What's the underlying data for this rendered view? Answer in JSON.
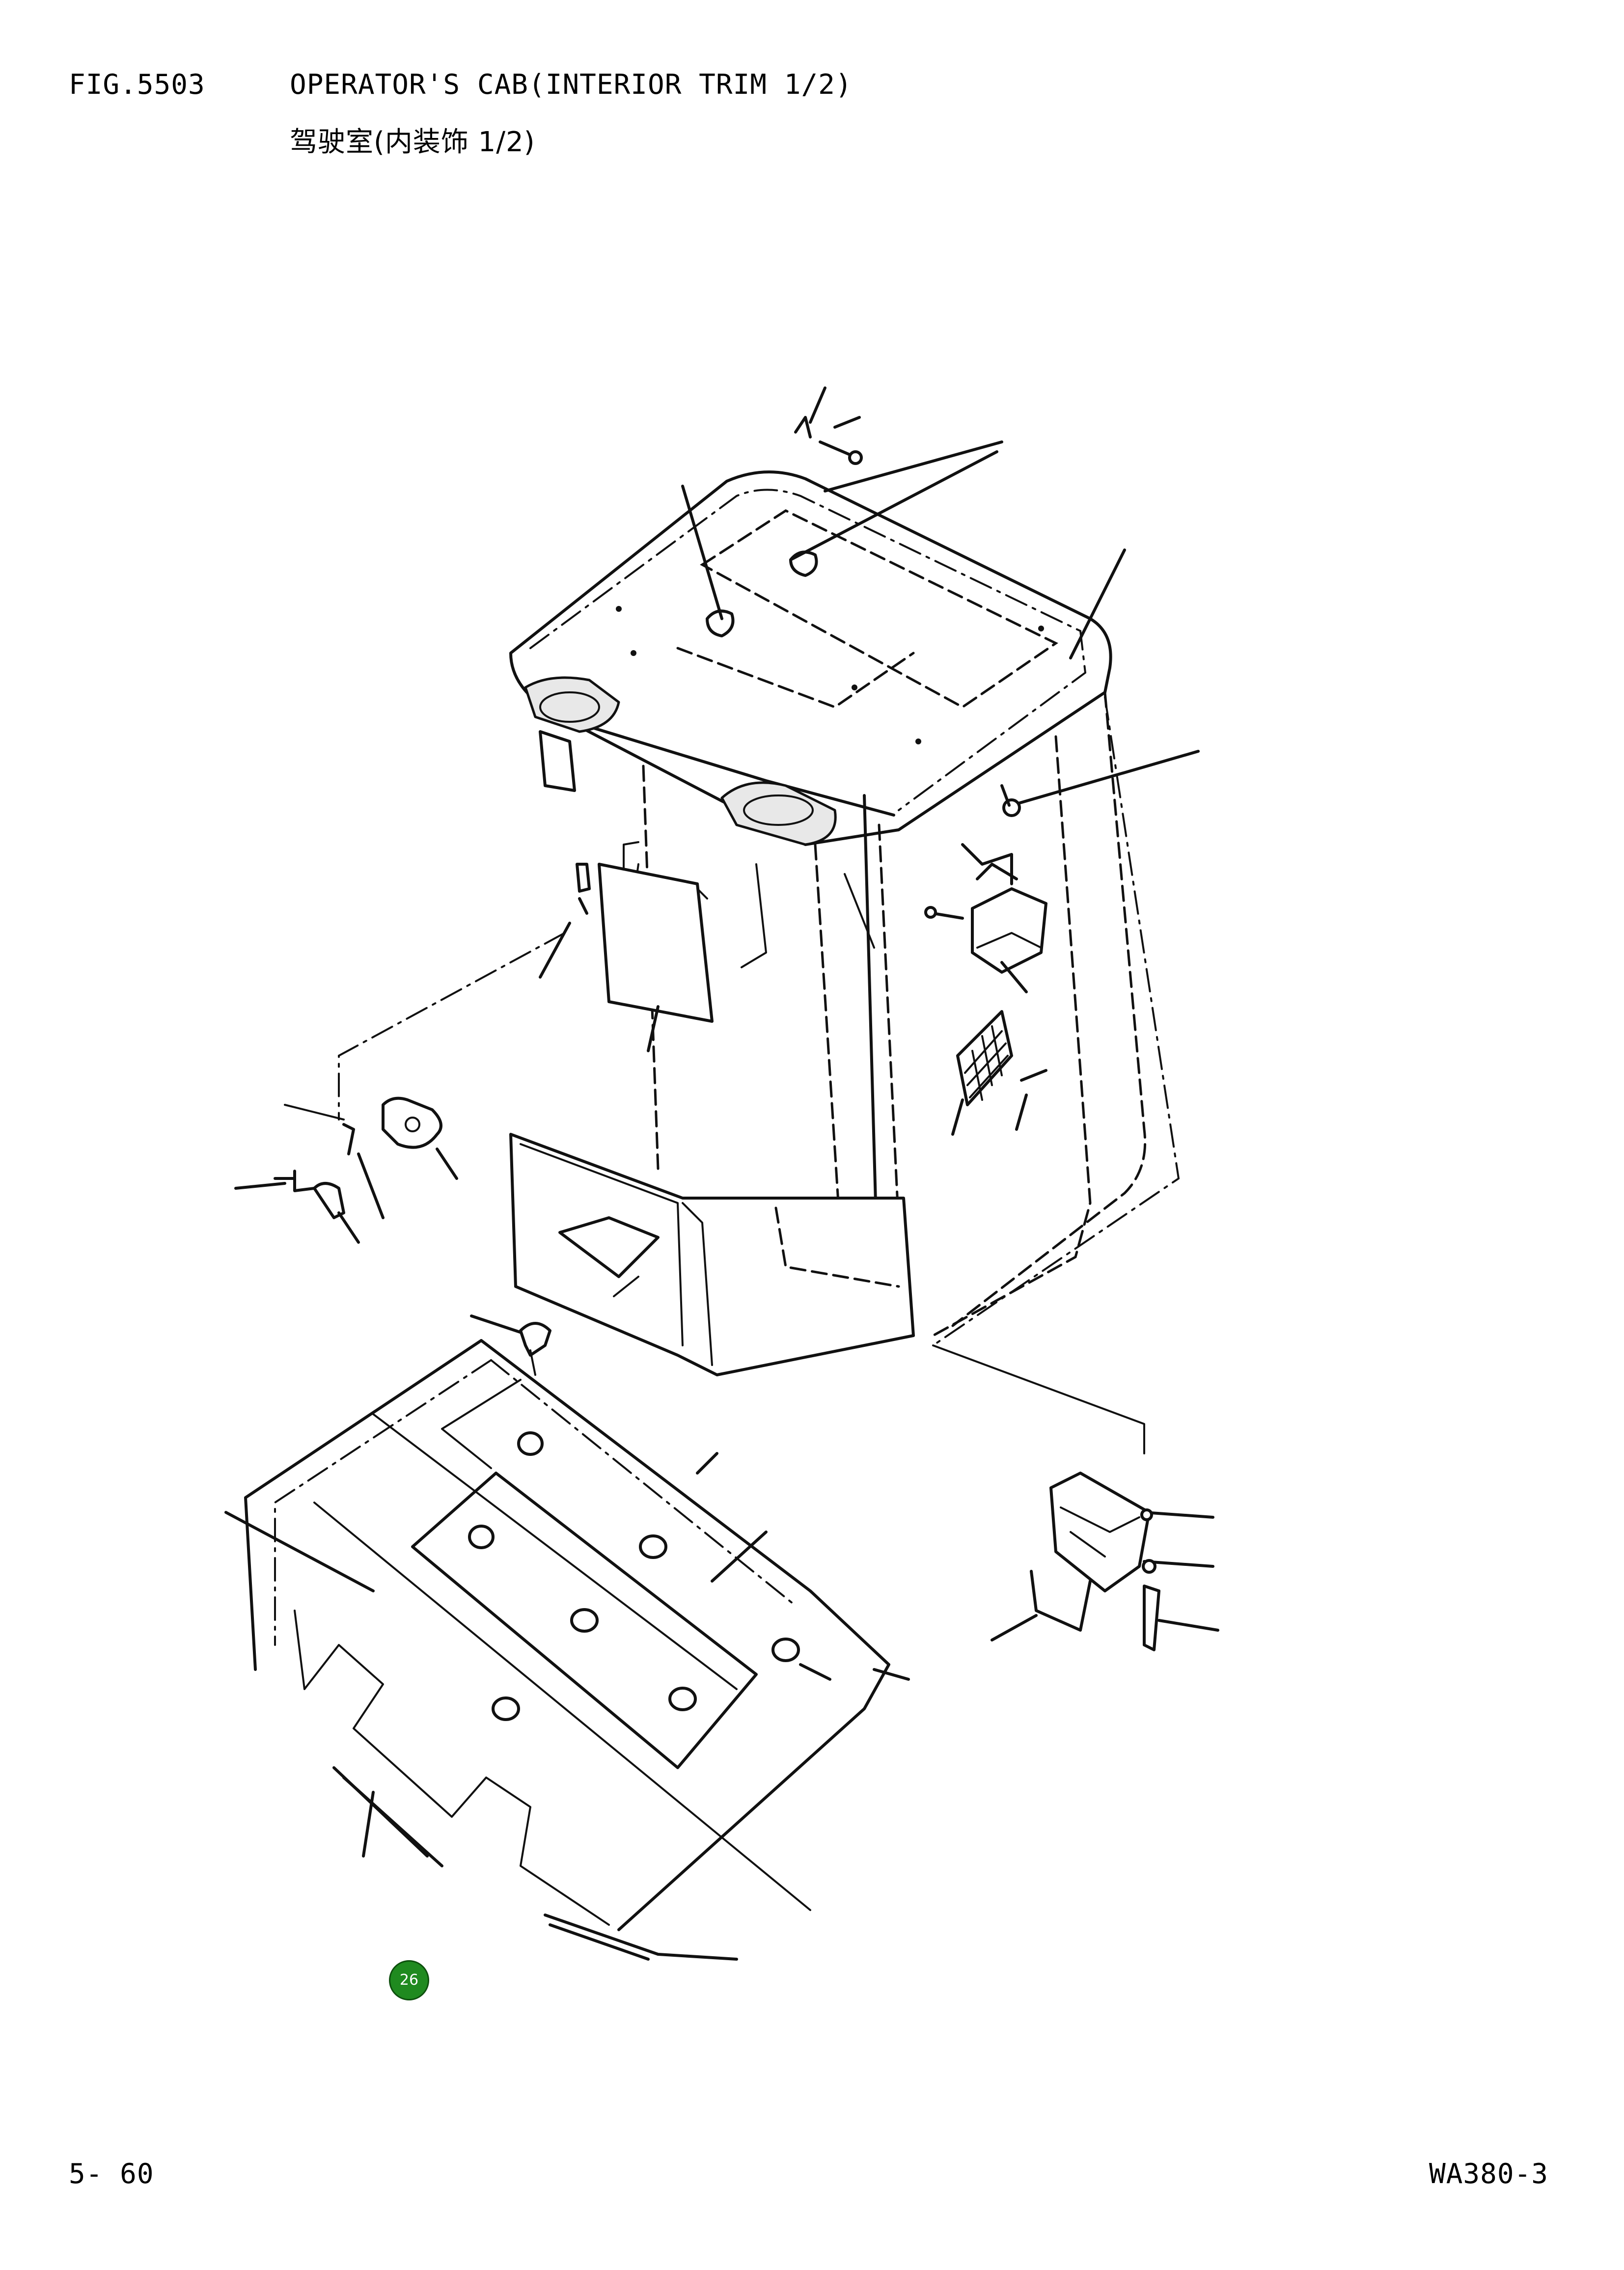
{
  "header": {
    "figure_number": "FIG.5503",
    "title_en": "OPERATOR'S CAB(INTERIOR TRIM 1/2)",
    "title_zh": "驾驶室(内装饰 1/2)"
  },
  "callout": {
    "label": "26",
    "color": "#1f8a1f"
  },
  "footer": {
    "page_number": "5- 60",
    "model": "WA380-3"
  }
}
